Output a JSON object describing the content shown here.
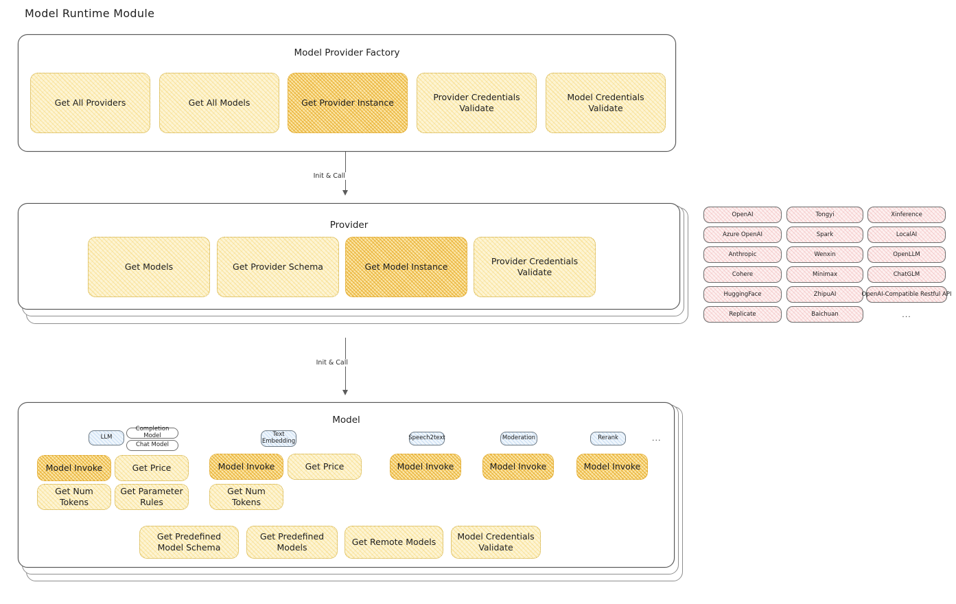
{
  "page": {
    "title": "Model Runtime Module"
  },
  "factory": {
    "title": "Model Provider Factory",
    "items": [
      {
        "label": "Get All Providers",
        "highlight": false
      },
      {
        "label": "Get All Models",
        "highlight": false
      },
      {
        "label": "Get Provider Instance",
        "highlight": true
      },
      {
        "label": "Provider Credentials Validate",
        "highlight": false
      },
      {
        "label": "Model Credentials Validate",
        "highlight": false
      }
    ]
  },
  "arrows": [
    {
      "label": "Init & Call"
    },
    {
      "label": "Init & Call"
    }
  ],
  "provider": {
    "title": "Provider",
    "items": [
      {
        "label": "Get Models",
        "highlight": false
      },
      {
        "label": "Get Provider Schema",
        "highlight": false
      },
      {
        "label": "Get Model Instance",
        "highlight": true
      },
      {
        "label": "Provider Credentials Validate",
        "highlight": false
      }
    ]
  },
  "provider_list": {
    "columns": [
      [
        "OpenAI",
        "Azure OpenAI",
        "Anthropic",
        "Cohere",
        "HuggingFace",
        "Replicate"
      ],
      [
        "Tongyi",
        "Spark",
        "Wenxin",
        "Minimax",
        "ZhipuAI",
        "Baichuan"
      ],
      [
        "Xinference",
        "LocalAI",
        "OpenLLM",
        "ChatGLM",
        "OpenAI-Compatible Restful API"
      ]
    ],
    "ellipsis": "..."
  },
  "model": {
    "title": "Model",
    "ellipsis": "...",
    "types": [
      {
        "name": "LLM",
        "subtypes": [
          "Completion Model",
          "Chat Model"
        ],
        "methods_row1": [
          {
            "label": "Model Invoke",
            "highlight": true
          },
          {
            "label": "Get Price",
            "highlight": false
          }
        ],
        "methods_row2": [
          {
            "label": "Get Num Tokens",
            "highlight": false
          },
          {
            "label": "Get Parameter Rules",
            "highlight": false
          }
        ]
      },
      {
        "name": "Text Embedding",
        "subtypes": [],
        "methods_row1": [
          {
            "label": "Model Invoke",
            "highlight": true
          },
          {
            "label": "Get Price",
            "highlight": false
          }
        ],
        "methods_row2": [
          {
            "label": "Get Num Tokens",
            "highlight": false
          }
        ]
      },
      {
        "name": "Speech2text",
        "subtypes": [],
        "methods_row1": [
          {
            "label": "Model Invoke",
            "highlight": true
          }
        ],
        "methods_row2": []
      },
      {
        "name": "Moderation",
        "subtypes": [],
        "methods_row1": [
          {
            "label": "Model Invoke",
            "highlight": true
          }
        ],
        "methods_row2": []
      },
      {
        "name": "Rerank",
        "subtypes": [],
        "methods_row1": [
          {
            "label": "Model Invoke",
            "highlight": true
          }
        ],
        "methods_row2": []
      }
    ],
    "shared_methods": [
      {
        "label": "Get Predefined Model Schema"
      },
      {
        "label": "Get Predefined Models"
      },
      {
        "label": "Get Remote Models"
      },
      {
        "label": "Model Credentials Validate"
      }
    ]
  },
  "colors": {
    "fn_fill": "#fdf4d3",
    "fn_highlight_fill": "#fbe6a8",
    "chip_fill": "#fdf0f0",
    "tag_fill": "#eef5fc",
    "stroke": "#4a4a4a"
  }
}
